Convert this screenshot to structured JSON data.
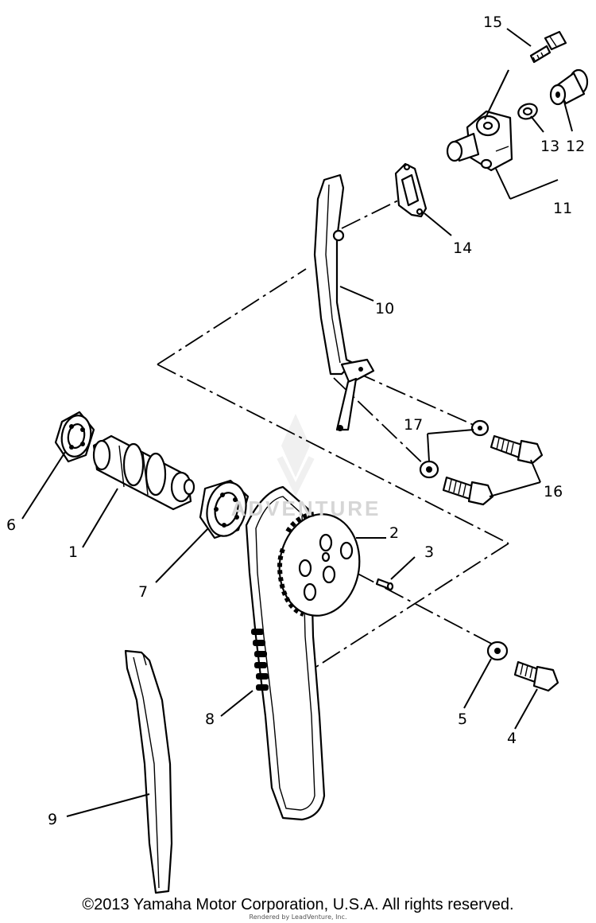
{
  "labels": {
    "p1": "1",
    "p2": "2",
    "p3": "3",
    "p4": "4",
    "p5": "5",
    "p6": "6",
    "p7": "7",
    "p8": "8",
    "p9": "9",
    "p10": "10",
    "p11": "11",
    "p12": "12",
    "p13": "13",
    "p14": "14",
    "p15": "15",
    "p16": "16",
    "p17": "17"
  },
  "watermark": "ADVENTURE",
  "footer": {
    "copyright": "©2013 Yamaha Motor Corporation, U.S.A. All rights reserved.",
    "rendered_by": "Rendered by LeadVenture, Inc."
  }
}
